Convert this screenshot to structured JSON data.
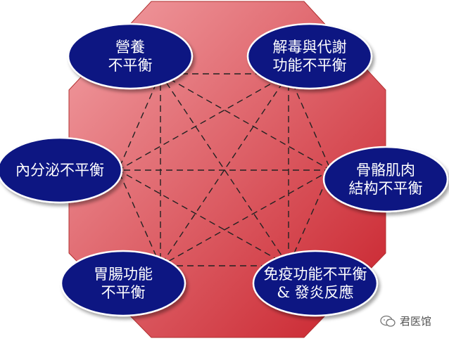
{
  "nodes": [
    {
      "id": "nutrition",
      "lines": [
        "營養",
        "不平衡"
      ]
    },
    {
      "id": "detox",
      "lines": [
        "解毒與代謝",
        "功能不平衡"
      ]
    },
    {
      "id": "musculoskeletal",
      "lines": [
        "骨骼肌肉",
        "結构不平衡"
      ]
    },
    {
      "id": "immune",
      "lines": [
        "免疫功能不平衡",
        "& 發炎反應"
      ]
    },
    {
      "id": "gastro",
      "lines": [
        "胃腸功能",
        "不平衡"
      ]
    },
    {
      "id": "endocrine",
      "lines": [
        "內分泌不平衡"
      ]
    }
  ],
  "watermark": {
    "text": "君医馆",
    "icon": "chat-bubble-icon"
  },
  "colors": {
    "hex_fill_light": "#f2a0a4",
    "hex_fill_dark": "#c8202a",
    "node_fill": "#0a1682",
    "node_stroke": "#ffffff",
    "node_text": "#ffffff",
    "connector": "#222222"
  }
}
